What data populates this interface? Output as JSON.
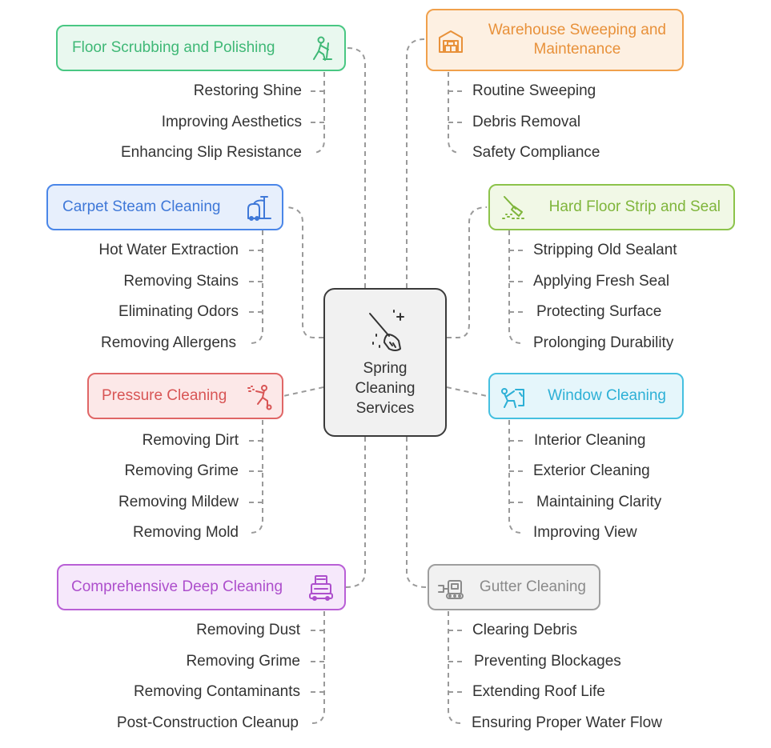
{
  "center": {
    "lines": [
      "Spring",
      "Cleaning",
      "Services"
    ],
    "icon": "broom-sparkle-icon"
  },
  "colors": {
    "green": "#49c783",
    "orange": "#f0a04b",
    "blue": "#4a86e8",
    "lime": "#8cc34a",
    "red": "#e06666",
    "cyan": "#45c0e0",
    "purple": "#b95fd6",
    "gray": "#9e9e9e"
  },
  "categories": [
    {
      "id": "floor",
      "title": "Floor Scrubbing and Polishing",
      "icon": "floor-scrubber-icon",
      "items": [
        "Restoring Shine",
        "Improving Aesthetics",
        "Enhancing Slip Resistance"
      ]
    },
    {
      "id": "warehouse",
      "title_lines": [
        "Warehouse Sweeping and",
        "Maintenance"
      ],
      "icon": "warehouse-icon",
      "items": [
        "Routine Sweeping",
        "Debris Removal",
        "Safety Compliance"
      ]
    },
    {
      "id": "carpet",
      "title": "Carpet Steam Cleaning",
      "icon": "vacuum-icon",
      "items": [
        "Hot Water Extraction",
        "Removing Stains",
        "Eliminating Odors",
        "Removing Allergens"
      ]
    },
    {
      "id": "hardfloor",
      "title": "Hard Floor Strip and Seal",
      "icon": "spray-brush-icon",
      "items": [
        "Stripping Old Sealant",
        "Applying Fresh Seal",
        "Protecting Surface",
        "Prolonging Durability"
      ]
    },
    {
      "id": "pressure",
      "title": "Pressure Cleaning",
      "icon": "pressure-washer-icon",
      "items": [
        "Removing Dirt",
        "Removing Grime",
        "Removing Mildew",
        "Removing Mold"
      ]
    },
    {
      "id": "window",
      "title": "Window Cleaning",
      "icon": "window-cleaner-icon",
      "items": [
        "Interior Cleaning",
        "Exterior Cleaning",
        "Maintaining Clarity",
        "Improving View"
      ]
    },
    {
      "id": "deep",
      "title": "Comprehensive Deep Cleaning",
      "icon": "cleaning-cart-icon",
      "items": [
        "Removing Dust",
        "Removing Grime",
        "Removing Contaminants",
        "Post-Construction Cleanup"
      ]
    },
    {
      "id": "gutter",
      "title": "Gutter Cleaning",
      "icon": "gutter-truck-icon",
      "items": [
        "Clearing Debris",
        "Preventing Blockages",
        "Extending Roof Life",
        "Ensuring Proper Water Flow"
      ]
    }
  ]
}
